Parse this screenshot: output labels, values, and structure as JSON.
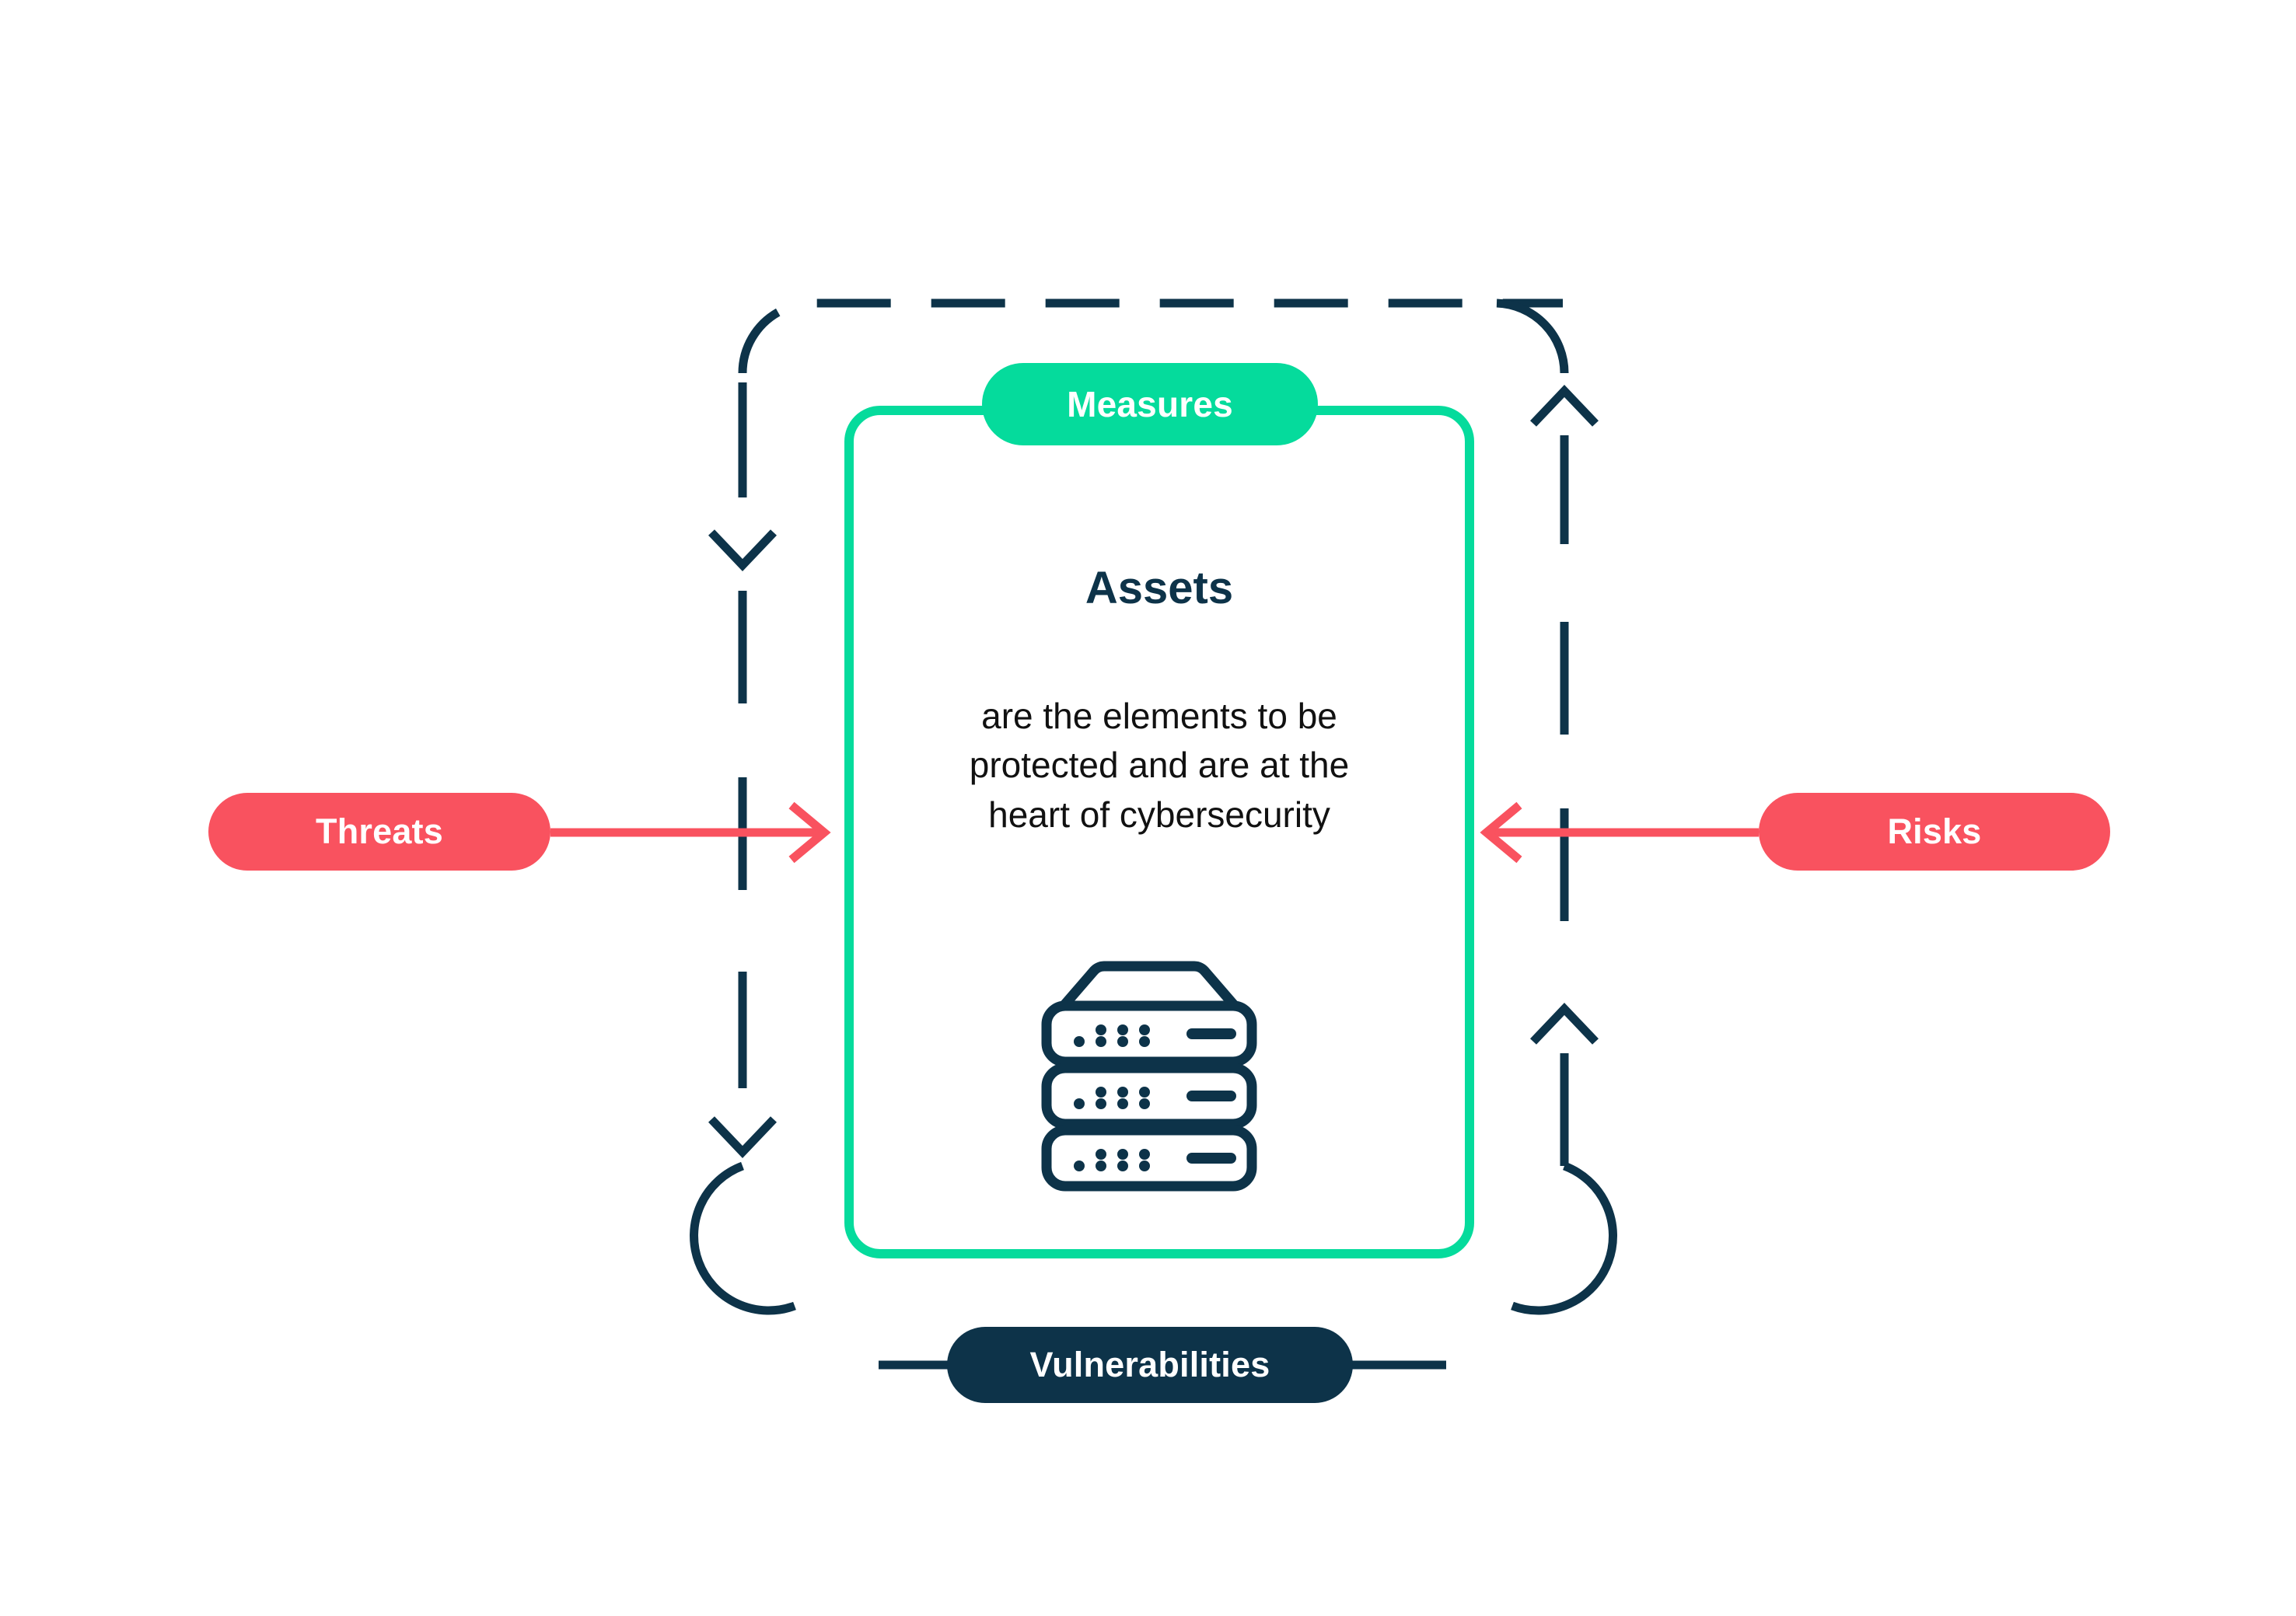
{
  "diagram": {
    "title_text": "Assets",
    "description_text": "are the elements to be protected and are at the heart of cybersecurity",
    "background_color": "#ffffff"
  },
  "colors": {
    "green": "#05DB9C",
    "navy": "#0D3349",
    "red": "#F9525F",
    "text_dark": "#111111",
    "white": "#ffffff"
  },
  "center_panel": {
    "heading": "Assets",
    "body_lines": [
      "are the elements to be",
      "protected and are at the",
      "heart of cybersecurity"
    ],
    "icon": "server-stack-icon",
    "border_color": "#05DB9C"
  },
  "labels": {
    "measures": {
      "text": "Measures",
      "color": "#05DB9C",
      "text_color": "#ffffff",
      "position": "top"
    },
    "vulnerabilities": {
      "text": "Vulnerabilities",
      "color": "#0D3349",
      "text_color": "#ffffff",
      "position": "bottom"
    },
    "threats": {
      "text": "Threats",
      "color": "#F9525F",
      "text_color": "#ffffff",
      "position": "left"
    },
    "risks": {
      "text": "Risks",
      "color": "#F9525F",
      "text_color": "#ffffff",
      "position": "right"
    }
  },
  "outer_boundary": {
    "style": "dashed",
    "color": "#0D3349",
    "arrow_directions": [
      "down-left-upper",
      "down-left-lower",
      "up-right-upper",
      "up-right-lower"
    ]
  },
  "arrows": {
    "threats_arrow": {
      "color": "#F9525F",
      "direction": "right",
      "from": "threats",
      "to": "assets"
    },
    "risks_arrow": {
      "color": "#F9525F",
      "direction": "left",
      "from": "risks",
      "to": "assets"
    }
  }
}
